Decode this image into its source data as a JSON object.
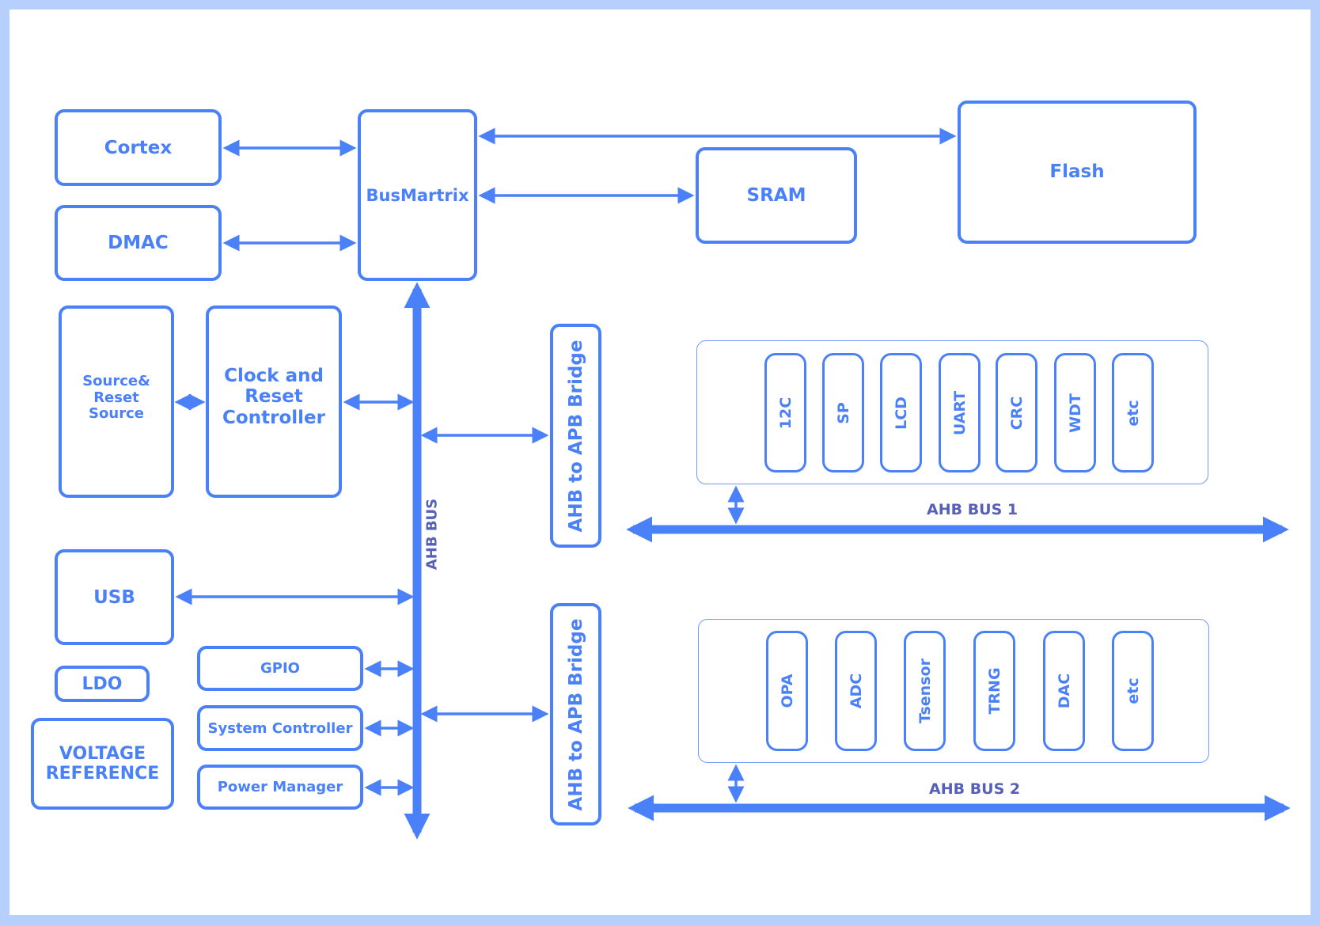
{
  "diagram": {
    "colors": {
      "border": "#b7cffd",
      "accent": "#4a80f8",
      "bus_label": "#5660b6",
      "background": "#ffffff"
    },
    "blocks": {
      "cortex": "Cortex",
      "dmac": "DMAC",
      "busmatrix": "BusMartrix",
      "sram": "SRAM",
      "flash": "Flash",
      "source_reset": [
        "Source&",
        "Reset",
        "Source"
      ],
      "clock_reset": [
        "Clock and",
        "Reset",
        "Controller"
      ],
      "usb": "USB",
      "ldo": "LDO",
      "voltage_reference": [
        "VOLTAGE",
        "REFERENCE"
      ],
      "gpio": "GPIO",
      "system_controller": "System Controller",
      "power_manager": "Power Manager",
      "bridge1": "AHB to APB Bridge",
      "bridge2": "AHB to APB Bridge"
    },
    "buses": {
      "main": "AHB BUS",
      "bus1": "AHB BUS 1",
      "bus2": "AHB BUS 2"
    },
    "group1": [
      "12C",
      "SP",
      "LCD",
      "UART",
      "CRC",
      "WDT",
      "etc"
    ],
    "group2": [
      "OPA",
      "ADC",
      "Tsensor",
      "TRNG",
      "DAC",
      "etc"
    ]
  }
}
